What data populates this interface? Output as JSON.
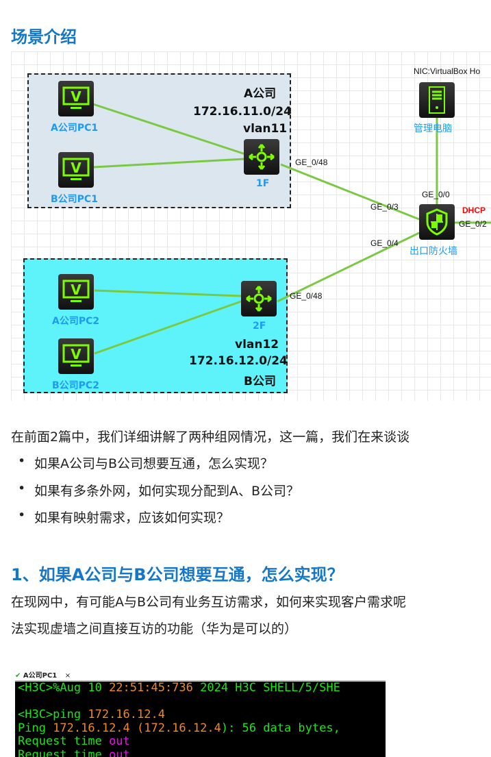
{
  "section1_title": "场景介绍",
  "diagram": {
    "group_a": {
      "name": "A公司",
      "subnet": "172.16.11.0/24",
      "vlan": "vlan11"
    },
    "group_b": {
      "name": "B公司",
      "subnet": "172.16.12.0/24",
      "vlan": "vlan12"
    },
    "devices": {
      "a_pc1": "A公司PC1",
      "b_pc1": "B公司PC1",
      "sw1": "1F",
      "sw2": "2F",
      "a_pc2": "A公司PC2",
      "b_pc2": "B公司PC2",
      "mgmt": "管理电脑",
      "firewall": "出口防火墙",
      "nic": "NIC:VirtualBox Ho"
    },
    "ports": {
      "sw1_up": "GE_0/48",
      "sw2_up": "GE_0/48",
      "fw_ge3": "GE_0/3",
      "fw_ge4": "GE_0/4",
      "fw_ge0": "GE_0/0",
      "fw_ge2": "GE_0/2",
      "dhcp": "DHCP"
    },
    "link_color": "#7ac943"
  },
  "intro": "在前面2篇中，我们详细讲解了两种组网情况，这一篇，我们在来谈谈",
  "bullets": [
    "如果A公司与B公司想要互通，怎么实现？",
    "如果有多条外网，如何实现分配到A、B公司？",
    "如果有映射需求，应该如何实现？"
  ],
  "section2_title": "1、如果A公司与B公司想要互通，怎么实现？",
  "section2_lines": [
    "在现网中，有可能A与B公司有业务互访需求，如何来实现客户需求呢",
    "法实现虚墙之间直接互访的功能（华为是可以的）"
  ],
  "terminal": {
    "tab": "A公司PC1",
    "tab_close": "×",
    "l1a": "<H3C>%Aug 10 ",
    "l1b": "22:51:45:736",
    "l1c": " 2024 H3C SHELL/5/SHE",
    "l3a": "<H3C>ping ",
    "l3b": "172.16.12.4",
    "l4a": "Ping ",
    "l4b": "172.16.12.4 (172.16.12.4",
    "l4c": "): 56 data bytes,",
    "l5a": "Request time ",
    "l5b": "out",
    "l6a": "Request time ",
    "l6b": "out"
  }
}
